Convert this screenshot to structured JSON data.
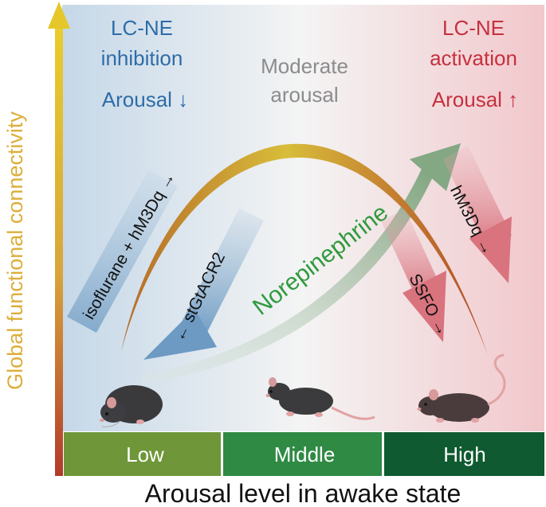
{
  "y_axis_label": "Global functional connectivity",
  "x_axis_label": "Arousal level in awake state",
  "left_panel": {
    "title_line1": "LC-NE",
    "title_line2": "inhibition",
    "arousal": "Arousal ↓"
  },
  "right_panel": {
    "title_line1": "LC-NE",
    "title_line2": "activation",
    "arousal": "Arousal ↑"
  },
  "peak_label": {
    "line1": "Moderate",
    "line2": "arousal"
  },
  "ne_label": "Norepinephrine",
  "arrows": {
    "isoflurane": "isoflurane + hM3Dq →",
    "stgtacr2": "← stGtACR2",
    "hm3dq": "hM3Dq →",
    "ssfo": "SSFO →"
  },
  "levels": [
    {
      "label": "Low",
      "color": "#6f9638"
    },
    {
      "label": "Middle",
      "color": "#2f8a44"
    },
    {
      "label": "High",
      "color": "#0f5a30"
    }
  ],
  "colors": {
    "inhibition": "#2e6ca8",
    "activation": "#c6303e",
    "moderate": "#8c8c8c",
    "norepinephrine": "#2f9a3e",
    "y_axis_top": "#e3c52a",
    "y_axis_bottom": "#b9442c"
  }
}
